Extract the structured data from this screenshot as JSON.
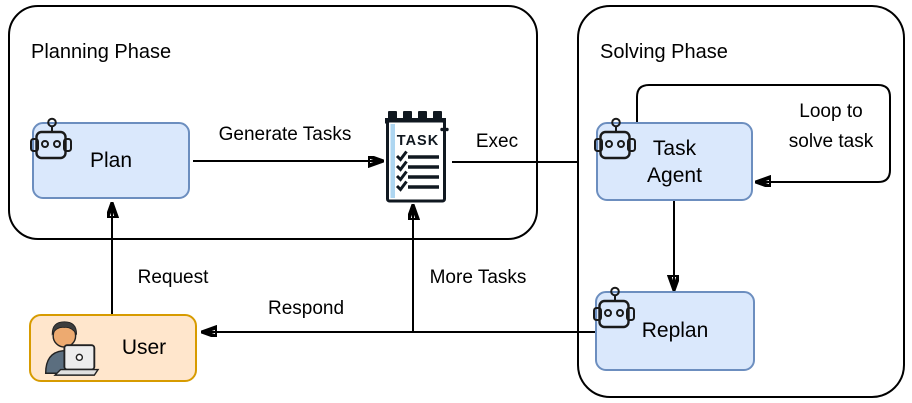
{
  "phases": {
    "planning": {
      "label": "Planning Phase"
    },
    "solving": {
      "label": "Solving Phase"
    }
  },
  "nodes": {
    "plan": {
      "label": "Plan",
      "icon": "robot-icon"
    },
    "task_agent": {
      "label": "Task Agent",
      "line1": "Task",
      "line2": "Agent",
      "icon": "robot-icon"
    },
    "replan": {
      "label": "Replan",
      "icon": "robot-icon"
    },
    "user": {
      "label": "User",
      "icon": "person-laptop-icon"
    },
    "task_list": {
      "label": "TASK",
      "icon": "task-list-icon",
      "checklist_rows": 4
    }
  },
  "edges": {
    "generate_tasks": {
      "label": "Generate Tasks",
      "from": "plan",
      "to": "task_list"
    },
    "exec": {
      "label": "Exec",
      "from": "task_list",
      "to": "solving_phase"
    },
    "loop": {
      "label": "Loop to solve task",
      "line1": "Loop to",
      "line2": "solve task",
      "from": "task_agent",
      "to": "task_agent"
    },
    "agent_to_replan": {
      "label": "",
      "from": "task_agent",
      "to": "replan"
    },
    "respond": {
      "label": "Respond",
      "from": "replan",
      "to": "user"
    },
    "more_tasks": {
      "label": "More Tasks",
      "from": "respond_line",
      "to": "task_list"
    },
    "request": {
      "label": "Request",
      "from": "user",
      "to": "plan"
    }
  },
  "colors": {
    "agent_node_fill": "#dae8fc",
    "agent_node_border": "#6c8ebf",
    "user_node_fill": "#ffe6cc",
    "user_node_border": "#d79b00",
    "container_border": "#000000",
    "connector": "#000000",
    "task_pad_accent": "#aed6f1"
  }
}
